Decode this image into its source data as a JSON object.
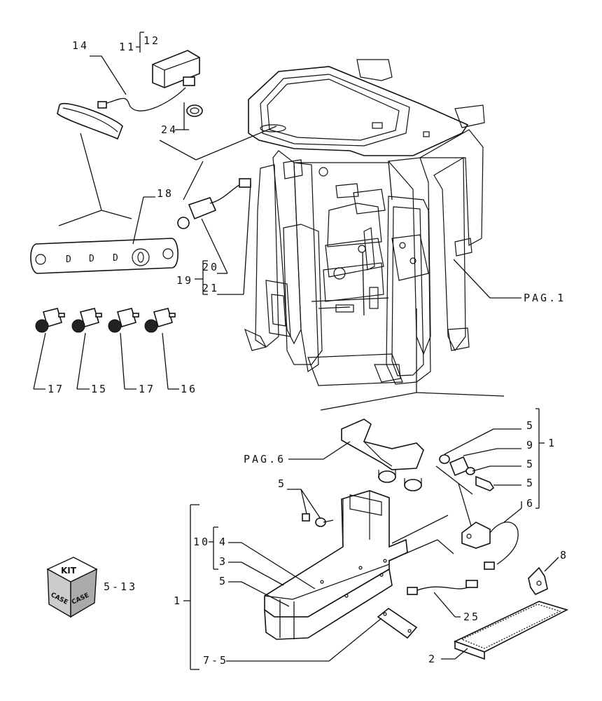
{
  "callouts": {
    "c14": "14",
    "c11": "11",
    "c12": "12",
    "c24": "24",
    "c18": "18",
    "c20": "20",
    "c19": "19",
    "c21": "21",
    "c17a": "17",
    "c15": "15",
    "c17b": "17",
    "c16": "16",
    "pag1": "PAG.1",
    "pag6": "PAG.6",
    "c5a": "5",
    "c9": "9",
    "c1a": "1",
    "c5b": "5",
    "c5c": "5",
    "c6": "6",
    "c5d": "5",
    "c10": "10",
    "c4": "4",
    "c3": "3",
    "c5e": "5",
    "c1b": "1",
    "c8": "8",
    "c25": "25",
    "c75": "7-5",
    "c2": "2",
    "c513": "5-13"
  },
  "kit": {
    "top": "KIT",
    "brand1": "CASE",
    "brand2": "CASE"
  }
}
